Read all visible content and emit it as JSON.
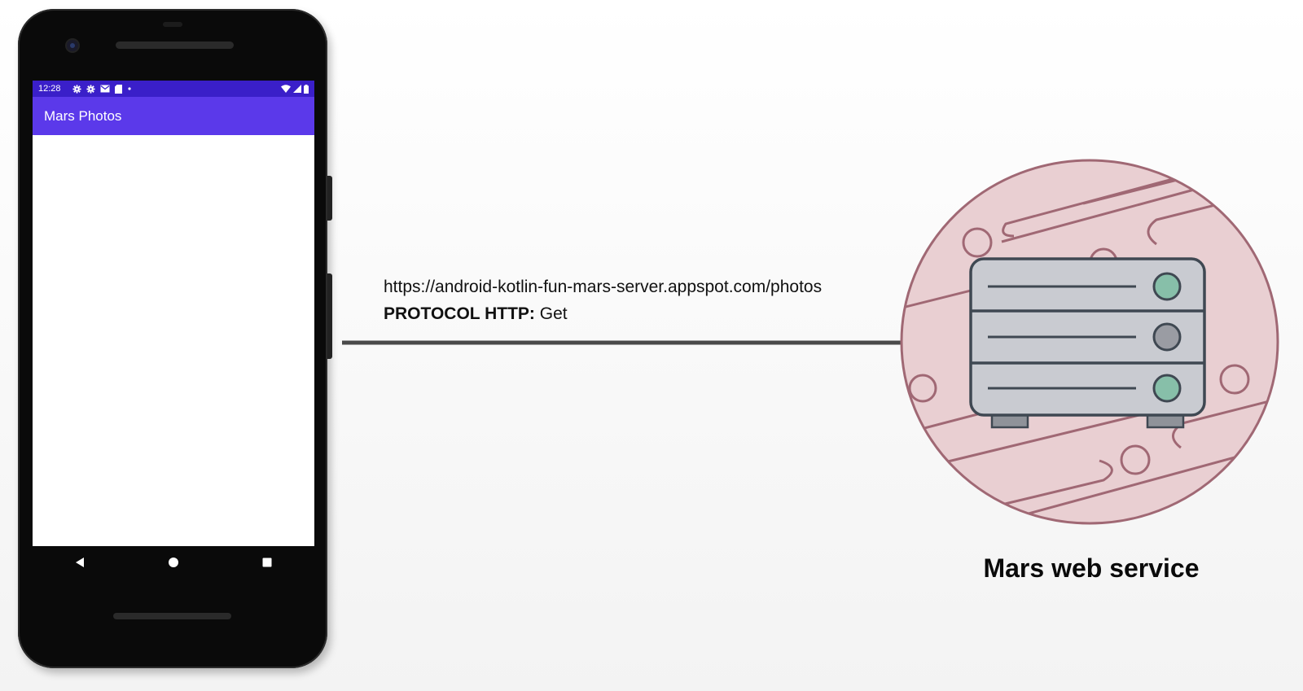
{
  "phone": {
    "status_time": "12:28",
    "app_title": "Mars Photos",
    "status_icons_left": [
      "gear-icon",
      "gear-icon",
      "mail-icon",
      "sd-card-icon",
      "dot-icon"
    ],
    "status_icons_right": [
      "wifi-icon",
      "signal-icon",
      "battery-icon"
    ],
    "nav_buttons": [
      "back-icon",
      "home-icon",
      "recents-icon"
    ],
    "colors": {
      "status_bar": "#3a1fc9",
      "app_bar": "#5b39ea"
    }
  },
  "request": {
    "url": "https://android-kotlin-fun-mars-server.appspot.com/photos",
    "protocol_label": "PROTOCOL HTTP:",
    "protocol_value": "Get"
  },
  "service": {
    "label": "Mars web service",
    "colors": {
      "planet_fill": "#e9cfd2",
      "planet_stroke": "#a06874",
      "server_fill": "#c9cbd1",
      "server_stroke": "#3f4852",
      "led_green": "#87bfa9",
      "led_grey": "#9a9ca3"
    }
  }
}
